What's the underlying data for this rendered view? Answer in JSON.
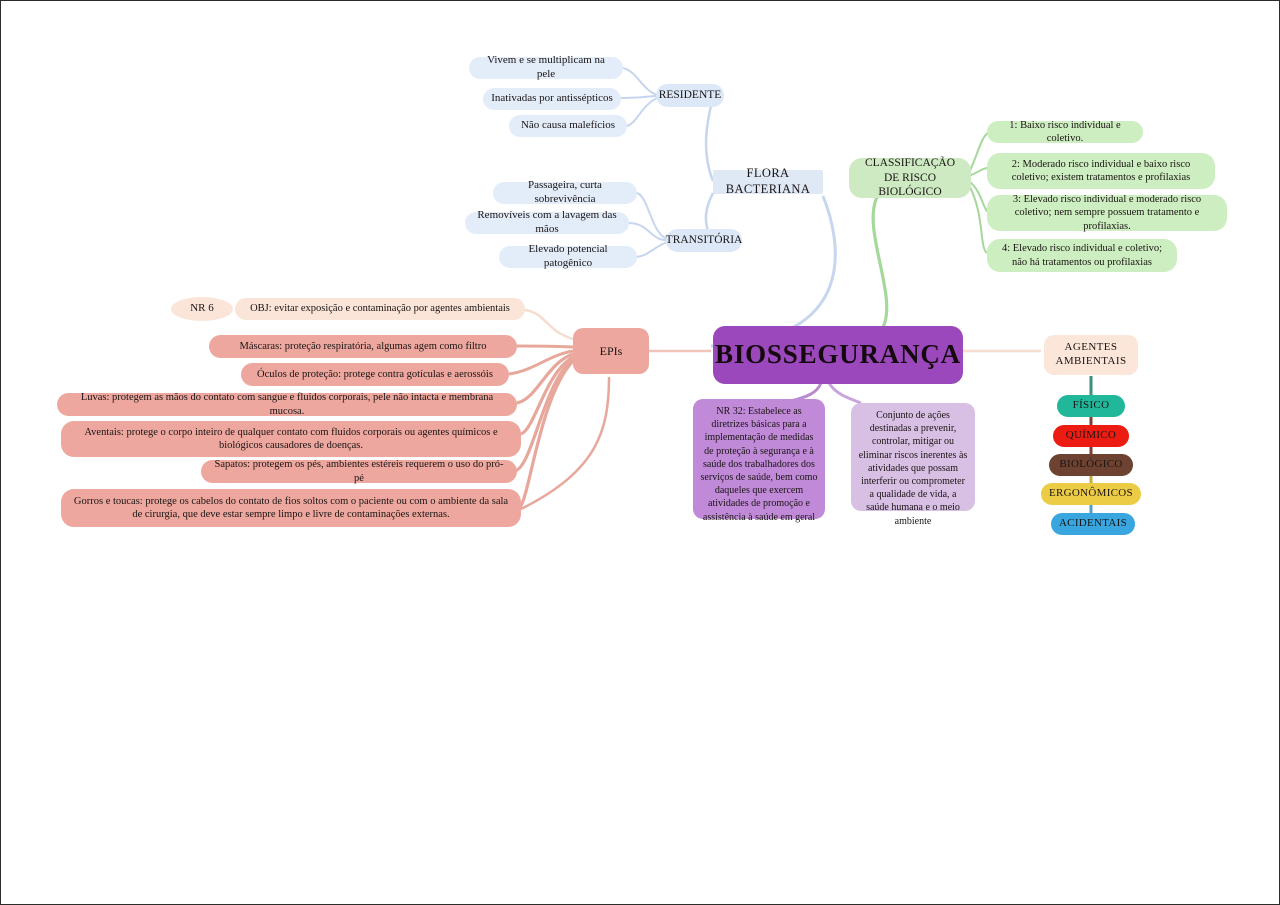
{
  "diagram": {
    "title": "BIOSSEGURANÇA",
    "type": "mind-map"
  },
  "center": {
    "label": "BIOSSEGURANÇA",
    "color": "#9b48bd"
  },
  "flora_branch": {
    "title": "FLORA BACTERIANA",
    "color": "#dfe8f5",
    "subnodes": [
      {
        "label": "RESIDENTE",
        "leaves": [
          "Vivem e se multiplicam na pele",
          "Inativadas por antissépticos",
          "Não causa malefícios"
        ]
      },
      {
        "label": "TRANSITÓRIA",
        "leaves": [
          "Passageira, curta sobrevivência",
          "Removíveis com a lavagem das mãos",
          "Elevado potencial patogênico"
        ]
      }
    ]
  },
  "classification_branch": {
    "title": "CLASSIFICAÇÃO DE RISCO BIOLÓGICO",
    "color": "#cdeac2",
    "levels": [
      "1: Baixo risco individual e coletivo.",
      "2: Moderado risco individual e baixo risco coletivo; existem tratamentos e profilaxias",
      "3: Elevado risco individual e moderado risco coletivo; nem sempre possuem tratamento e profilaxias.",
      "4: Elevado risco individual e coletivo; não há tratamentos ou profilaxias"
    ]
  },
  "epi_branch": {
    "title": "EPIs",
    "color": "#eda79e",
    "norm": "NR 6",
    "objective": "OBJ: evitar exposição e contaminação por agentes ambientais",
    "items": [
      "Máscaras: proteção respiratória, algumas agem como filtro",
      "Óculos de proteção: protege contra gotículas e aerossóis",
      "Luvas: protegem as mãos do contato com sangue e fluidos corporais, pele não intacta e membrana mucosa.",
      "Aventais: protege o corpo inteiro de qualquer contato com fluidos corporais ou agentes químicos e biológicos causadores de doenças.",
      "Sapatos: protegem os pés, ambientes estéreis requerem o uso do pró-pé",
      "Gorros e toucas: protege os cabelos do contato de fios soltos com o paciente ou com o ambiente da sala de cirurgia, que deve estar sempre limpo e livre de contaminações externas."
    ]
  },
  "definitions": {
    "nr32": "NR 32: Estabelece as diretrizes básicas para a implementação de medidas de proteção à segurança e à saúde dos trabalhadores dos serviços de saúde, bem como daqueles que exercem atividades de promoção e assistência à saúde em geral",
    "nr32_color": "#c08ad8",
    "concept": "Conjunto de ações destinadas a prevenir, controlar, mitigar ou eliminar riscos inerentes às atividades que possam interferir ou comprometer a qualidade de vida, a saúde humana e o meio ambiente",
    "concept_color": "#d8c0e4"
  },
  "agentes_branch": {
    "title": "AGENTES AMBIENTAIS",
    "color": "#fbe6d9",
    "agents": [
      {
        "label": "FÍSICO",
        "color": "#20b79a"
      },
      {
        "label": "QUÍMICO",
        "color": "#ec1c12"
      },
      {
        "label": "BIOLÓGICO",
        "color": "#6d4231"
      },
      {
        "label": "ERGONÔMICOS",
        "color": "#edcc45"
      },
      {
        "label": "ACIDENTAIS",
        "color": "#3aa6e0"
      }
    ]
  }
}
